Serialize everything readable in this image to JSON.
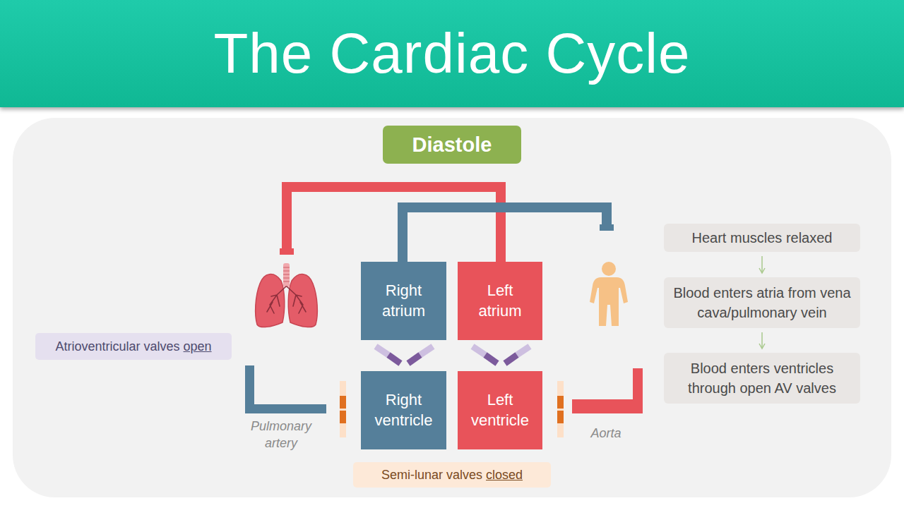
{
  "diagram": {
    "title": "The Cardiac Cycle",
    "nodes": [
      {
        "text": [
          "Diastole"
        ]
      },
      {
        "text": [
          "Right atrium"
        ]
      },
      {
        "text": [
          "Left atrium"
        ]
      },
      {
        "text": [
          "Heart muscles relaxed"
        ]
      },
      {
        "text": [
          "Blood enters atria from vena cava/pulmonary vein"
        ]
      },
      {
        "text": [
          "Atrioventricular valves open"
        ]
      },
      {
        "text": [
          "Right ventricle"
        ]
      },
      {
        "text": [
          "Left ventricle"
        ]
      },
      {
        "text": [
          "Blood enters ventricles through open AV valves"
        ]
      },
      {
        "text": [
          "Semi-lunar valves closed"
        ]
      }
    ],
    "edges": [
      {
        "from": 3,
        "to": 4,
        "arrow": "to"
      },
      {
        "from": 4,
        "to": 8,
        "arrow": "to"
      }
    ],
    "labels": [
      "Pulmonary artery",
      "Aorta"
    ]
  }
}
